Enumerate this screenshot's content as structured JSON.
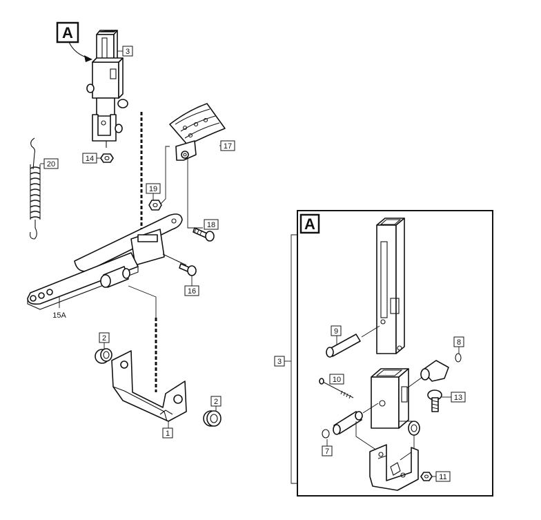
{
  "callouts": {
    "view_a_main": "A",
    "view_a_inset": "A",
    "p1": "1",
    "p2_top": "2",
    "p2_bottom": "2",
    "p3_main": "3",
    "p3_inset": "3",
    "p7": "7",
    "p8": "8",
    "p9": "9",
    "p10": "10",
    "p11": "11",
    "p13": "13",
    "p14": "14",
    "p15a": "15A",
    "p16": "16",
    "p17": "17",
    "p18": "18",
    "p19": "19",
    "p20": "20"
  }
}
